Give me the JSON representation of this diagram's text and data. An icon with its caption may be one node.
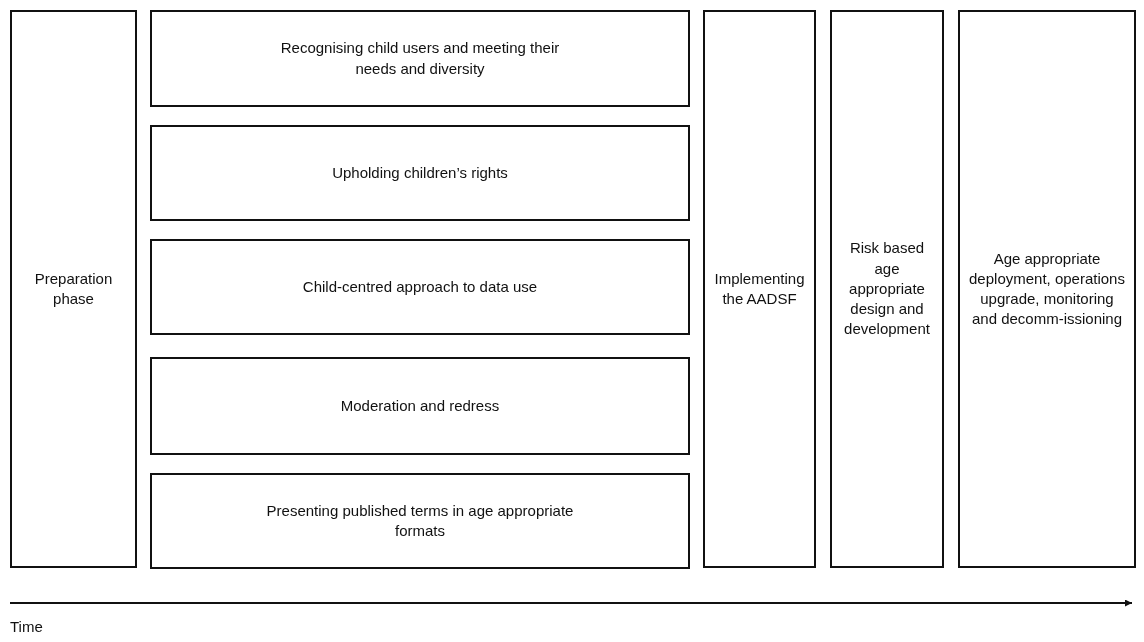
{
  "diagram": {
    "nodes": [
      {
        "text": [
          "Preparation phase"
        ]
      },
      {
        "text": [
          "Recognising child users and meeting their needs and diversity"
        ]
      },
      {
        "text": [
          "Upholding children’s rights"
        ]
      },
      {
        "text": [
          "Child-centred approach to data use"
        ]
      },
      {
        "text": [
          "Moderation and redress"
        ]
      },
      {
        "text": [
          "Presenting published terms in age appropriate formats"
        ]
      },
      {
        "text": [
          "Implementing the AADSF"
        ]
      },
      {
        "text": [
          "Risk based age appropriate design and development"
        ]
      },
      {
        "text": [
          "Age appropriate deployment, operations upgrade, monitoring and decomm-issioning"
        ]
      }
    ],
    "edges": [],
    "labels": [
      "Time"
    ]
  }
}
